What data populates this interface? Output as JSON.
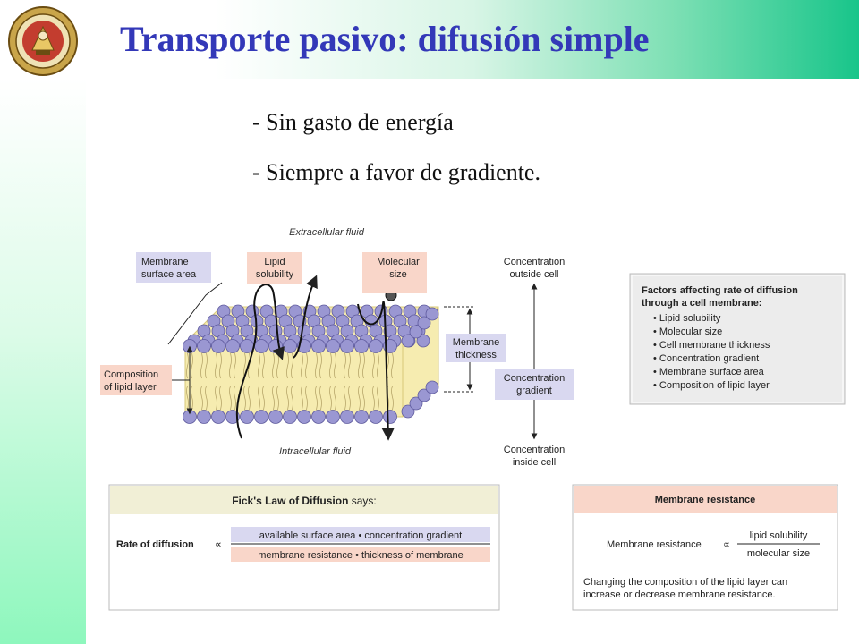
{
  "slide": {
    "title": "Transporte pasivo: difusión simple",
    "bullets": [
      "- Sin gasto de energía",
      "- Siempre a favor de gradiente."
    ]
  },
  "logo": {
    "kind": "university-seal"
  },
  "membrane_diagram": {
    "top_label": "Extracellular fluid",
    "bottom_label": "Intracellular fluid",
    "labels": {
      "surface_area": [
        "Membrane",
        "surface area"
      ],
      "lipid_solubility": [
        "Lipid",
        "solubility"
      ],
      "molecular_size": [
        "Molecular",
        "size"
      ],
      "composition": [
        "Composition",
        "of lipid layer"
      ],
      "thickness": [
        "Membrane",
        "thickness"
      ]
    },
    "gradient": {
      "outside": [
        "Concentration",
        "outside cell"
      ],
      "middle": [
        "Concentration",
        "gradient"
      ],
      "inside": [
        "Concentration",
        "inside cell"
      ]
    }
  },
  "factors_box": {
    "heading": [
      "Factors affecting rate of diffusion",
      "through a cell membrane:"
    ],
    "items": [
      "• Lipid solubility",
      "• Molecular size",
      "• Cell membrane thickness",
      "• Concentration gradient",
      "• Membrane surface area",
      "• Composition of lipid layer"
    ]
  },
  "fick_box": {
    "heading_bold": "Fick's Law of Diffusion",
    "heading_rest": " says:",
    "lhs": "Rate of diffusion",
    "prop": "∝",
    "numerator": "available surface area • concentration gradient",
    "denominator": "membrane resistance • thickness of membrane"
  },
  "resistance_box": {
    "heading": "Membrane resistance",
    "lhs": "Membrane resistance",
    "prop": "∝",
    "numerator": "lipid solubility",
    "denominator": "molecular size",
    "note": [
      "Changing the composition of the lipid layer can",
      "increase or decrease membrane resistance."
    ]
  },
  "colors": {
    "title": "#3338b8",
    "label_purple": "#d9d8f0",
    "label_pink": "#f9d6c9",
    "lipid_head": "#9a97d2",
    "lipid_core": "#f6ecb0",
    "fick_header": "#f1efd6",
    "resistance_header": "#f9d6c9"
  }
}
